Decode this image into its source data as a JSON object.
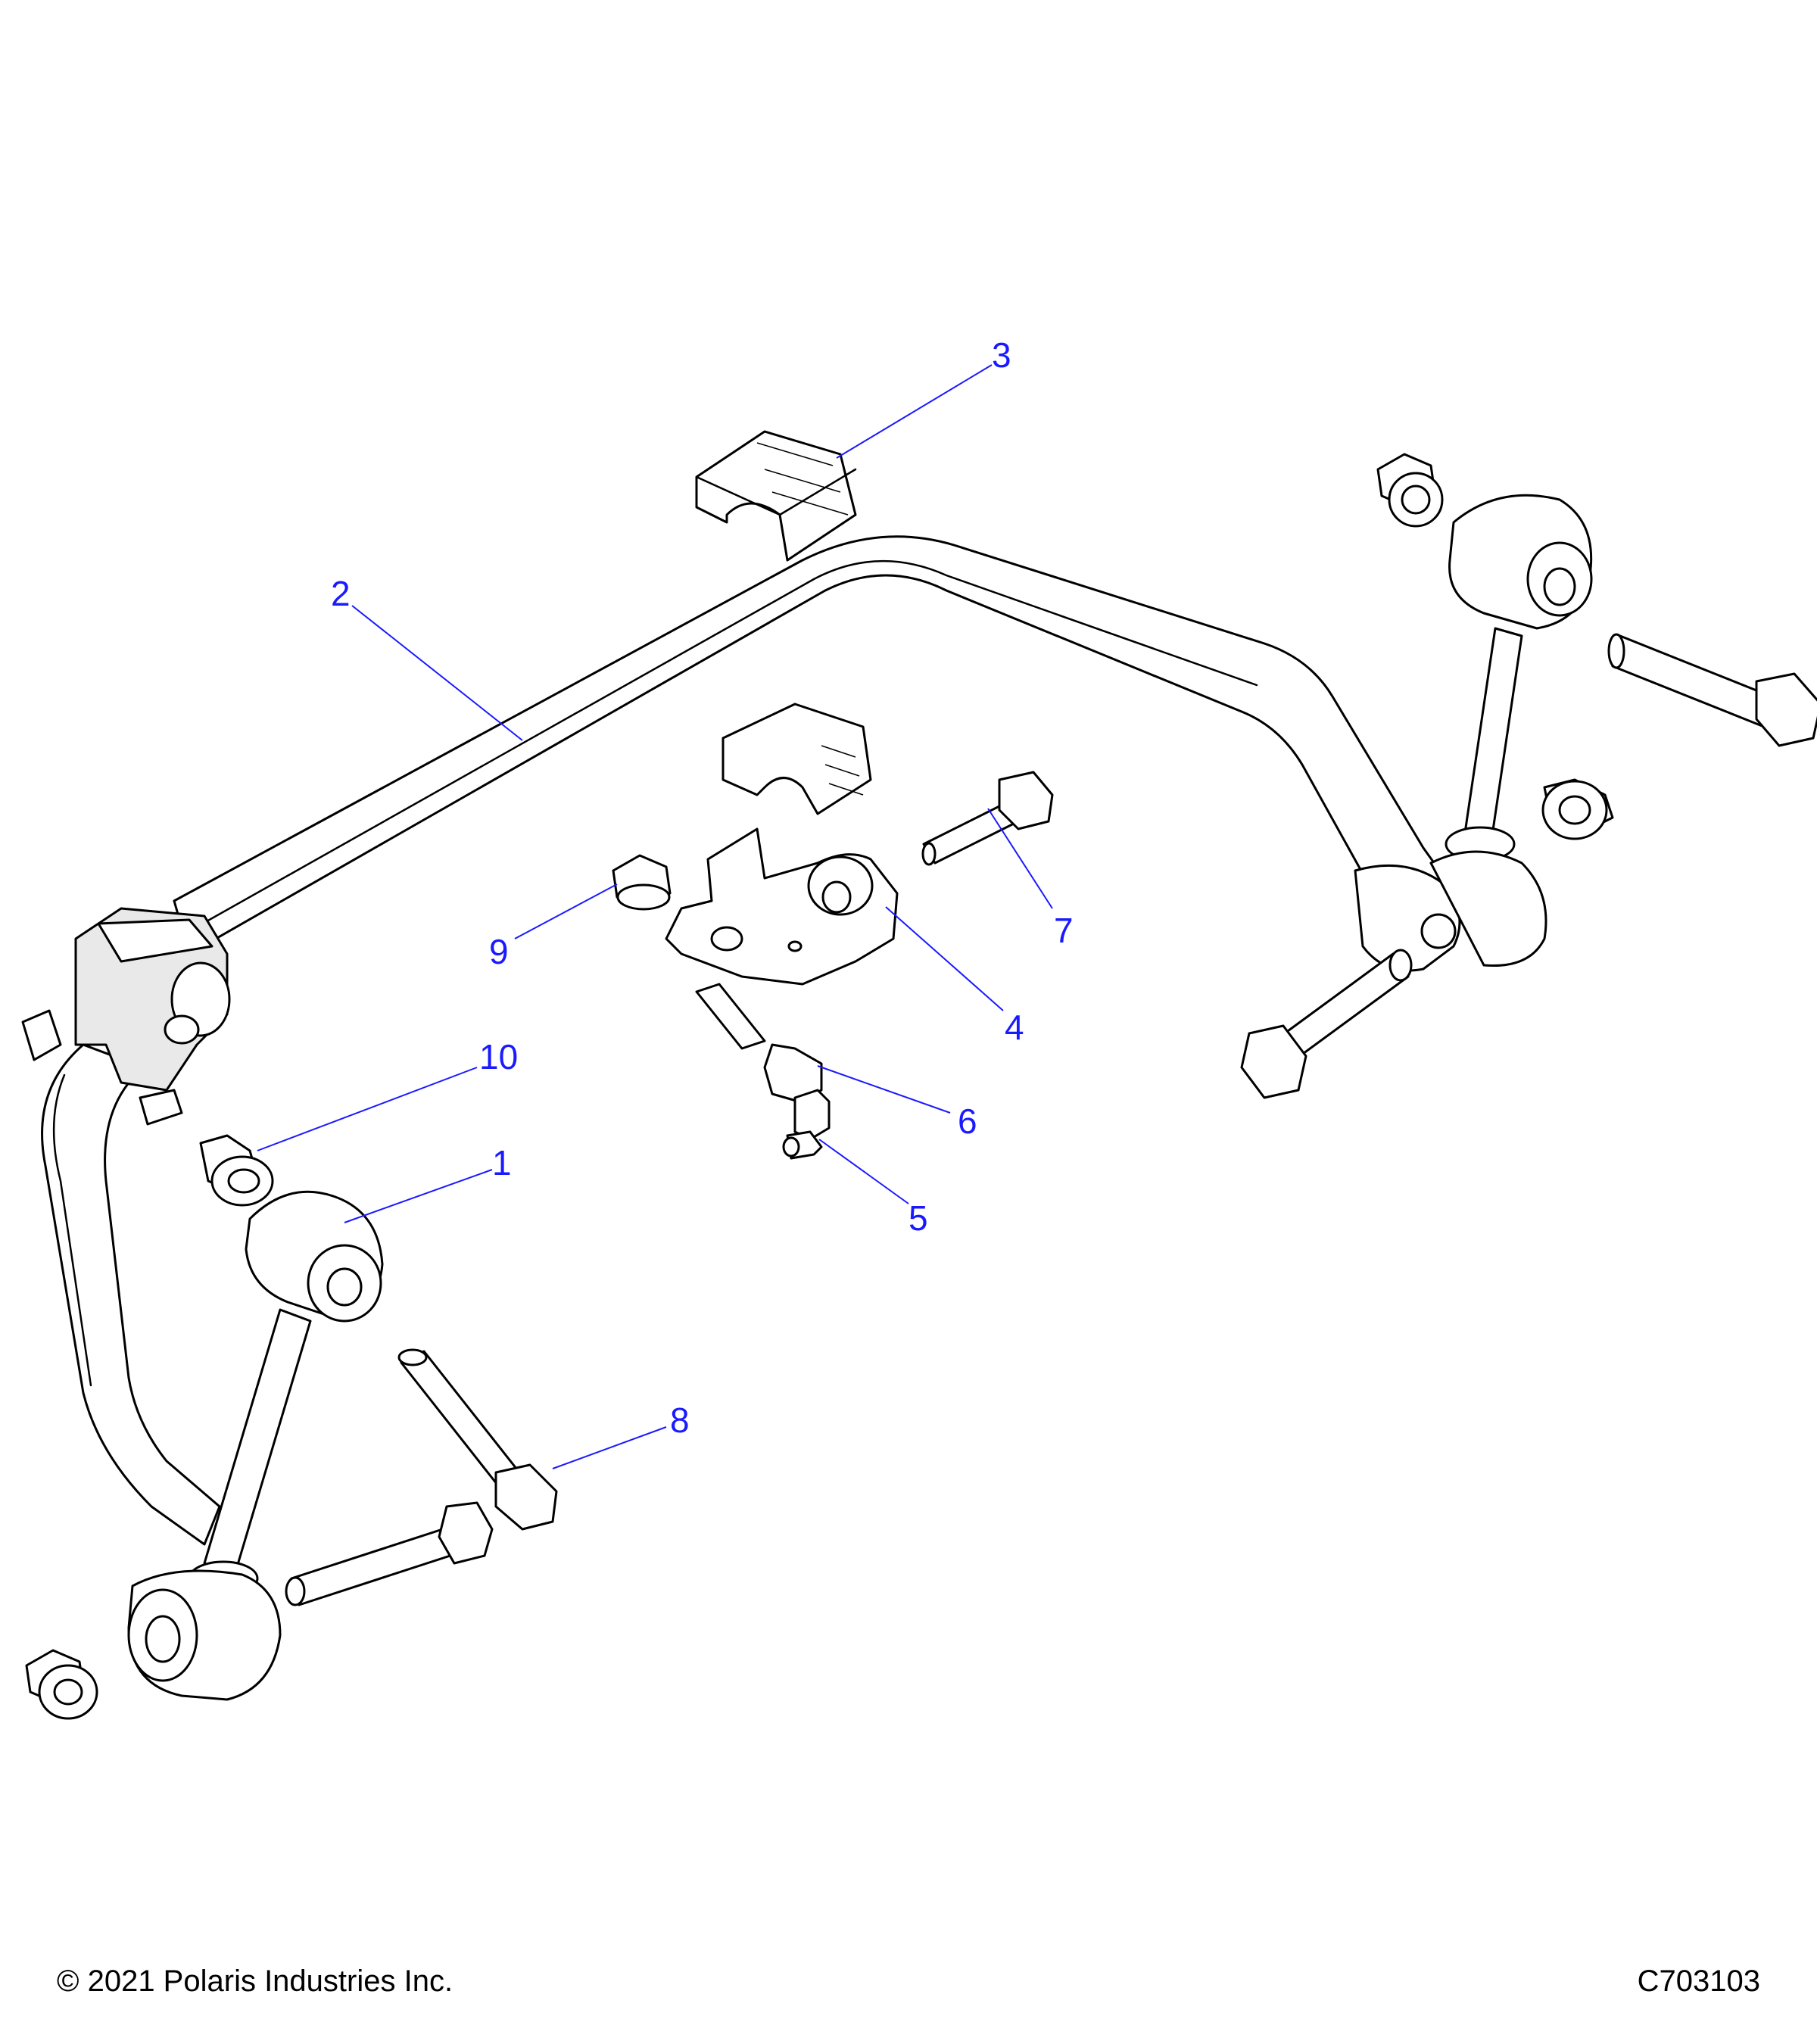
{
  "callouts": {
    "c1": "1",
    "c2": "2",
    "c3": "3",
    "c4": "4",
    "c5": "5",
    "c6": "6",
    "c7": "7",
    "c8": "8",
    "c9": "9",
    "c10": "10"
  },
  "footer": {
    "copyright": "© 2021 Polaris Industries Inc.",
    "drawing_id": "C703103"
  },
  "colors": {
    "callout": "#1a1aff",
    "line_art": "#000000",
    "background": "#ffffff"
  }
}
